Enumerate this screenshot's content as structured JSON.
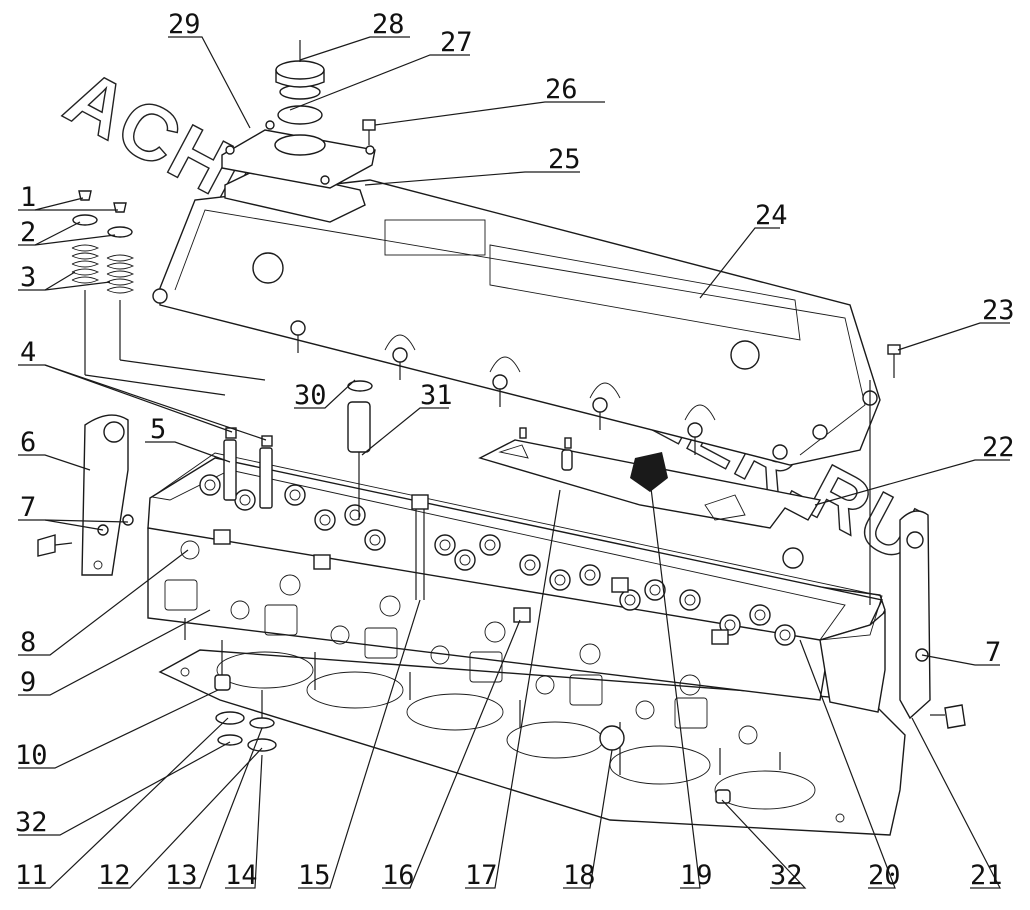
{
  "watermark": "ACHIDAUTODEALER.RU",
  "callouts": [
    "1",
    "2",
    "3",
    "4",
    "5",
    "6",
    "7",
    "8",
    "9",
    "10",
    "11",
    "12",
    "13",
    "14",
    "15",
    "16",
    "17",
    "18",
    "19",
    "20",
    "21",
    "22",
    "23",
    "24",
    "25",
    "26",
    "27",
    "28",
    "29",
    "30",
    "31",
    "32"
  ],
  "callout_7_repeat": "7",
  "callout_32_repeat": "32"
}
